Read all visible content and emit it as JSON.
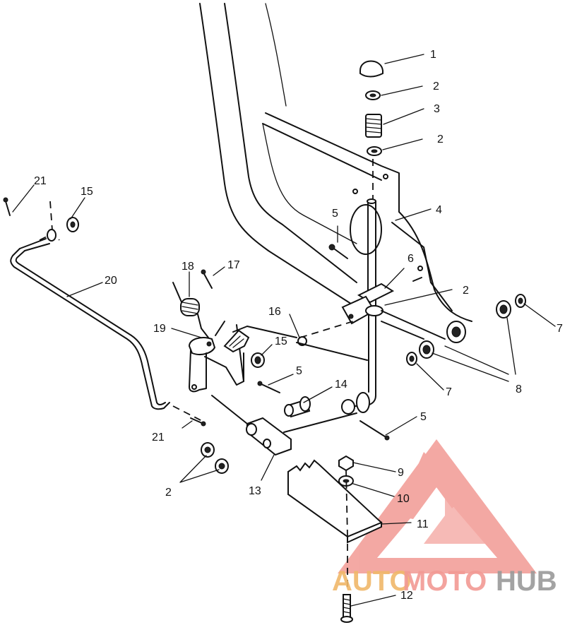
{
  "callouts": {
    "c1": "1",
    "c2a": "2",
    "c3": "3",
    "c2b": "2",
    "c4": "4",
    "c5a": "5",
    "c6": "6",
    "c2c": "2",
    "c7a": "7",
    "c8": "8",
    "c7b": "7",
    "c21a": "21",
    "c15a": "15",
    "c20": "20",
    "c18": "18",
    "c17": "17",
    "c16": "16",
    "c19": "19",
    "c15b": "15",
    "c5b": "5",
    "c14": "14",
    "c5c": "5",
    "c21b": "21",
    "c2d": "2",
    "c13": "13",
    "c9": "9",
    "c10": "10",
    "c11": "11",
    "c12": "12"
  },
  "watermark": {
    "part1": "AUTO",
    "part2": "MOTO",
    "part3": "HUB",
    "color_auto": "#f0b86a",
    "color_moto": "#f29a94",
    "color_hub": "#9a9a9a",
    "color_logo": "#f29a94"
  }
}
